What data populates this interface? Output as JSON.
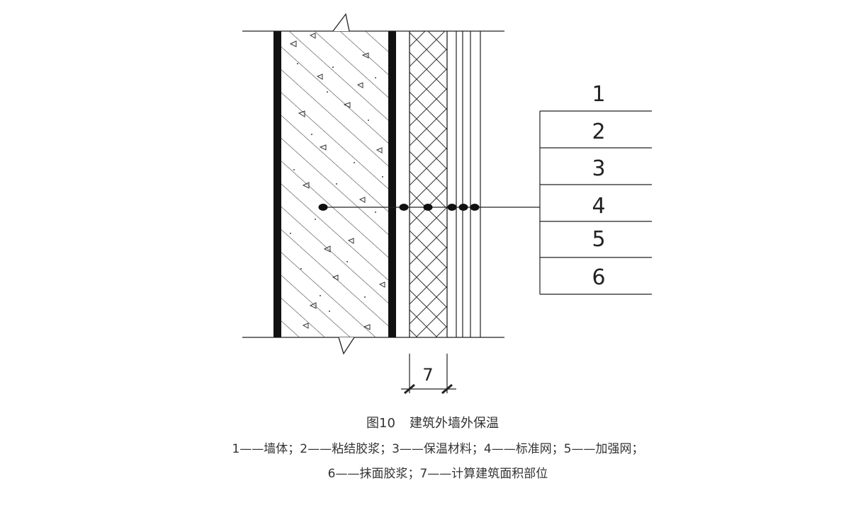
{
  "callouts": [
    "1",
    "2",
    "3",
    "4",
    "5",
    "6"
  ],
  "dimension_label": "7",
  "caption": {
    "figure_no": "图10",
    "title": "建筑外墙外保温"
  },
  "legend": {
    "line1": "1——墙体；2——粘结胶浆；3——保温材料；4——标准网；5——加强网；",
    "line2": "6——抹面胶浆；7——计算建筑面积部位"
  }
}
